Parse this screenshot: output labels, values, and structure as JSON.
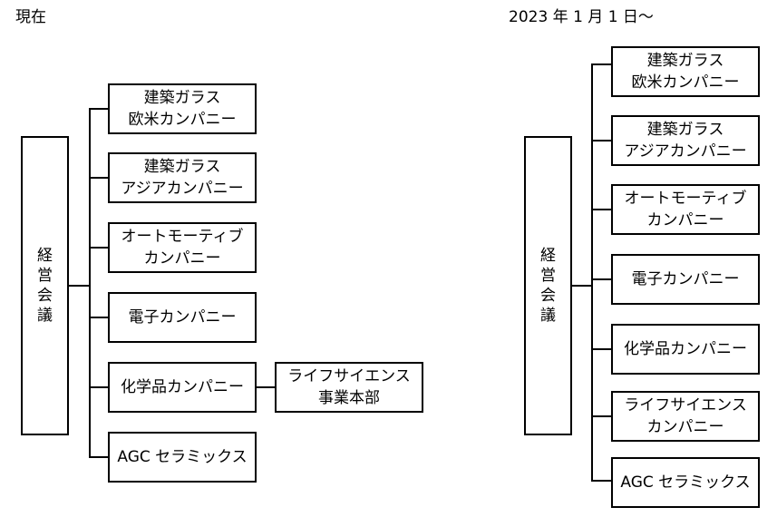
{
  "left": {
    "heading": "現在",
    "root_chars": [
      "経",
      "営",
      "会",
      "議"
    ],
    "units": [
      "建築ガラス\n欧米カンパニー",
      "建築ガラス\nアジアカンパニー",
      "オートモーティブ\nカンパニー",
      "電子カンパニー",
      "化学品カンパニー",
      "AGC セラミックス"
    ],
    "sub_unit": "ライフサイエンス\n事業本部"
  },
  "right": {
    "heading": "2023 年 1 月 1 日～",
    "root_chars": [
      "経",
      "営",
      "会",
      "議"
    ],
    "units": [
      "建築ガラス\n欧米カンパニー",
      "建築ガラス\nアジアカンパニー",
      "オートモーティブ\nカンパニー",
      "電子カンパニー",
      "化学品カンパニー",
      "ライフサイエンス\nカンパニー",
      "AGC セラミックス"
    ]
  }
}
